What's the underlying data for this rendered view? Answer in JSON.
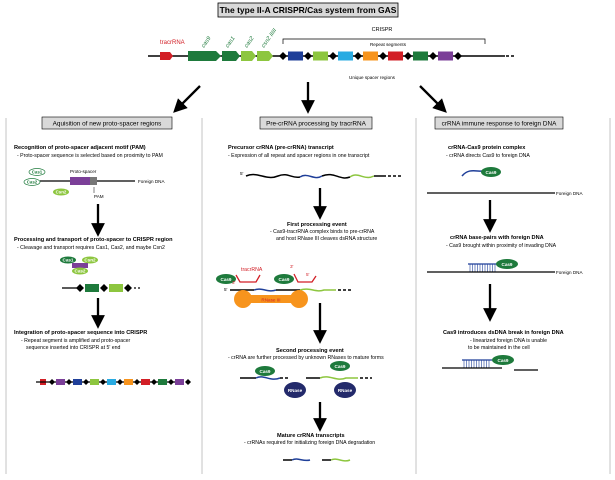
{
  "title": "The type II-A CRISPR/Cas system from GAS",
  "locus": {
    "tracrRNA": "tracrRNA",
    "genes": [
      "cas9",
      "cas1",
      "cas2",
      "csn2 IIIII"
    ],
    "crispr_label": "CRISPR",
    "repeat_label": "Repeat segments",
    "spacer_label": "Unique spacer regions"
  },
  "columns": {
    "left": {
      "header": "Aquisition of new proto-spacer regions",
      "s1_title": "Recognition of proto-spacer adjacent motif (PAM)",
      "s1_desc": "- Proto-spacer sequence is selected based on proximity to PAM",
      "s1_protospacer": "Proto-spacer",
      "s1_foreign": "Foreign DNA",
      "s1_pam": "PAM",
      "s1_cas": [
        "Cas1",
        "Cas2",
        "Csn2"
      ],
      "s2_title": "Processing and transport of proto-spacer to CRISPR region",
      "s2_desc": "- Cleavage and transport requires Cas1, Cas2, and maybe Csn2",
      "s2_cas": [
        "Cas1",
        "Csn2",
        "Cas2"
      ],
      "s3_title": "Integration of proto-spacer sequence into CRISPR",
      "s3_desc1": "- Repeat segment is amplified and proto-spacer",
      "s3_desc2": "sequence inserted into CRISPR at 5' end"
    },
    "middle": {
      "header": "Pre-crRNA processing by tracrRNA",
      "s1_title": "Precursor crRNA (pre-crRNA) transcript",
      "s1_desc": "- Expression of all repeat and spacer regions in one transcript",
      "five_prime": "5'",
      "s2_title": "First processing event",
      "s2_desc1": "- Cas9-tracrRNA complex binds to pre-crRNA",
      "s2_desc2": "and host RNase III cleaves dsRNA structure",
      "cas9": "Cas9",
      "tracrrna": "tracrRNA",
      "rnase3": "RNase III",
      "s3_title": "Second processing event",
      "s3_desc": "- crRNA are further processed by unknown RNases to mature forms",
      "rnase": "RNase",
      "s4_title": "Mature crRNA transcripts",
      "s4_desc": "- crRNAs required for initializing foreign DNA degradation"
    },
    "right": {
      "header": "crRNA immune response to foreign DNA",
      "s1_title": "crRNA-Cas9 protein complex",
      "s1_desc": "- crRNA directs Cas9 to foreign DNA",
      "foreign": "Foreign DNA",
      "cas9": "Cas9",
      "s2_title": "crRNA base-pairs with foreign DNA",
      "s2_desc": "- Cas9 brought within proximity of invading DNA",
      "s3_title": "Cas9 introduces dsDNA break in foreign DNA",
      "s3_desc1": "- linearized foreign DNA is unable",
      "s3_desc2": "to be maintained in the cell"
    }
  },
  "colors": {
    "cas_green": "#1e7a3c",
    "light_green": "#8dc63f",
    "blue": "#1f3f99",
    "orange": "#f7941d",
    "red": "#d21f26",
    "purple": "#7b3f98",
    "cyan": "#29abe2",
    "header_fill": "#d9d9d9",
    "rnase_navy": "#232a6b"
  }
}
